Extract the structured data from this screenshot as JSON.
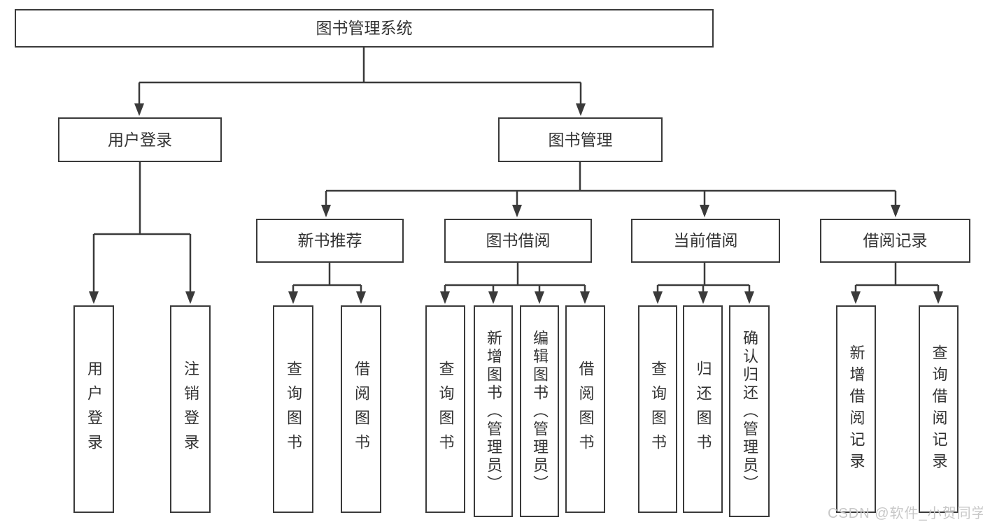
{
  "tree": {
    "root": "图书管理系统",
    "branches": [
      {
        "label": "用户登录",
        "leaves": [
          "用户登录",
          "注销登录"
        ]
      },
      {
        "label": "图书管理",
        "children": [
          {
            "label": "新书推荐",
            "leaves": [
              "查询图书",
              "借阅图书"
            ]
          },
          {
            "label": "图书借阅",
            "leaves": [
              "查询图书",
              "新增图书（管理员）",
              "编辑图书（管理员）",
              "借阅图书"
            ]
          },
          {
            "label": "当前借阅",
            "leaves": [
              "查询图书",
              "归还图书",
              "确认归还（管理员）"
            ]
          },
          {
            "label": "借阅记录",
            "leaves": [
              "新增借阅记录",
              "查询借阅记录"
            ]
          }
        ]
      }
    ]
  },
  "watermark": "CSDN @软件_小贺同学",
  "colors": {
    "line": "#3a3a3a",
    "text": "#333333",
    "box_background": "#ffffff",
    "page_background": "#ffffff",
    "watermark": "#c8c8c8"
  }
}
